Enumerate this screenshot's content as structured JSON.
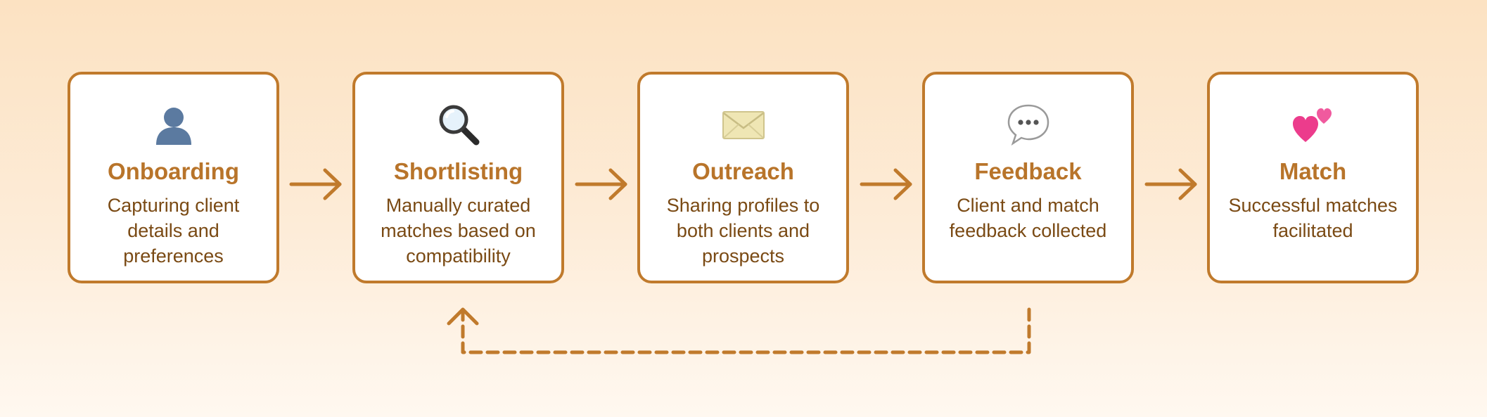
{
  "steps": [
    {
      "title": "Onboarding",
      "description": "Capturing client details and preferences",
      "icon": "person-icon"
    },
    {
      "title": "Shortlisting",
      "description": "Manually curated matches based on compatibility",
      "icon": "magnifier-icon"
    },
    {
      "title": "Outreach",
      "description": "Sharing profiles to both clients and prospects",
      "icon": "envelope-icon"
    },
    {
      "title": "Feedback",
      "description": "Client and match feedback collected",
      "icon": "speech-bubble-icon"
    },
    {
      "title": "Match",
      "description": "Successful matches facilitated",
      "icon": "two-hearts-icon"
    }
  ],
  "colors": {
    "accent": "#c07a2c",
    "title": "#b8742a",
    "text": "#7a4a14",
    "card_background": "#ffffff",
    "background_top": "#fce2c2",
    "background_bottom": "#fff8f0"
  }
}
